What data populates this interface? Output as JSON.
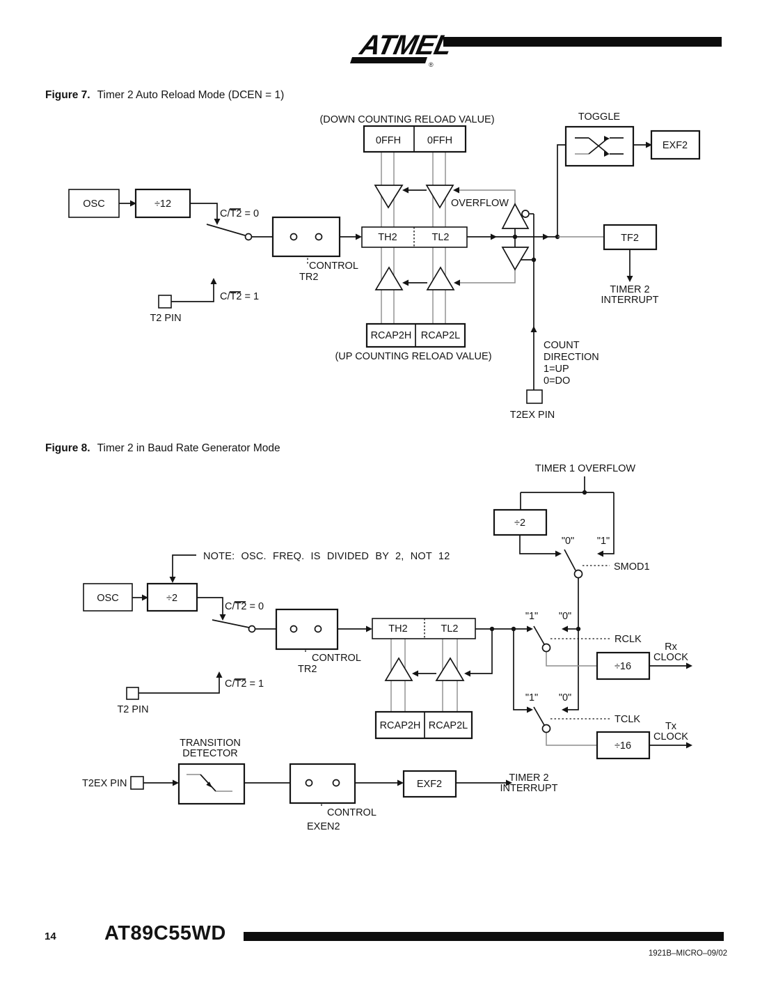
{
  "colors": {
    "ink": "#141414",
    "gray_line": "#8c8c8c"
  },
  "header": {
    "brand": "ATMEL",
    "registered": "®"
  },
  "fig7": {
    "caption_label": "Figure 7.",
    "caption_text": "Timer 2 Auto Reload Mode (DCEN = 1)",
    "down_counting": "(DOWN COUNTING RELOAD VALUE)",
    "reload_high": "0FFH",
    "reload_low": "0FFH",
    "toggle": "TOGGLE",
    "exf2": "EXF2",
    "osc": "OSC",
    "div12": "÷12",
    "ct2_eq0": "C/T2  =  0",
    "ct2_eq1": "C/T2  =  1",
    "control": "CONTROL",
    "tr2": "TR2",
    "t2_pin": "T2  PIN",
    "th2": "TH2",
    "tl2": "TL2",
    "overflow": "OVERFLOW",
    "tf2": "TF2",
    "timer2_int_line1": "TIMER  2",
    "timer2_int_line2": "INTERRUPT",
    "rcap2h": "RCAP2H",
    "rcap2l": "RCAP2L",
    "up_counting": "(UP COUNTING RELOAD VALUE)",
    "count_dir": [
      "COUNT",
      "DIRECTION",
      "1=UP",
      "0=DO"
    ],
    "t2ex_pin": "T2EX  PIN"
  },
  "fig8": {
    "caption_label": "Figure 8.",
    "caption_text": "Timer 2 in Baud Rate Generator Mode",
    "timer1_overflow": "TIMER  1  OVERFLOW",
    "div2": "÷2",
    "note": "NOTE: OSC. FREQ. IS DIVIDED BY 2, NOT 12",
    "osc": "OSC",
    "ct2_eq0": "C/T2  =  0",
    "ct2_eq1": "C/T2  =  1",
    "control": "CONTROL",
    "tr2": "TR2",
    "t2_pin": "T2  PIN",
    "th2": "TH2",
    "tl2": "TL2",
    "q0": "\"0\"",
    "q1": "\"1\"",
    "smod1": "SMOD1",
    "rclk": "RCLK",
    "tclk": "TCLK",
    "div16": "÷16",
    "rx": "Rx",
    "tx": "Tx",
    "clock": "CLOCK",
    "rcap2h": "RCAP2H",
    "rcap2l": "RCAP2L",
    "transition_line1": "TRANSITION",
    "transition_line2": "DETECTOR",
    "t2ex_pin": "T2EX  PIN",
    "exf2": "EXF2",
    "exen2": "EXEN2",
    "timer2_int_line1": "TIMER  2",
    "timer2_int_line2": "INTERRUPT"
  },
  "footer": {
    "page_number": "14",
    "part_number": "AT89C55WD",
    "doc_code": "1921B–MICRO–09/02"
  }
}
